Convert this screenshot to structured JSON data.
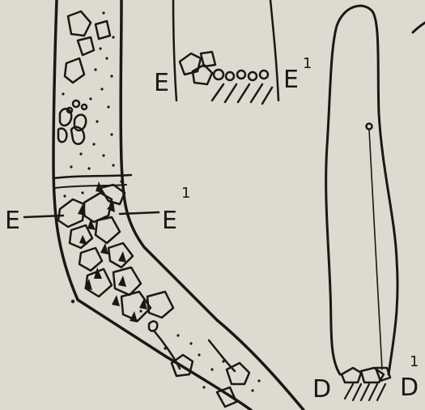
{
  "labels": {
    "left_e": "E",
    "left_e_prime": "E",
    "left_e_prime_mark": "1",
    "top_e": "E",
    "top_e_prime": "E",
    "top_e_prime_mark": "1",
    "bottom_d": "D",
    "bottom_d_prime": "D",
    "bottom_d_prime_mark": "1"
  },
  "colors": {
    "paper": "#dedad0",
    "ink": "#1a1816"
  }
}
